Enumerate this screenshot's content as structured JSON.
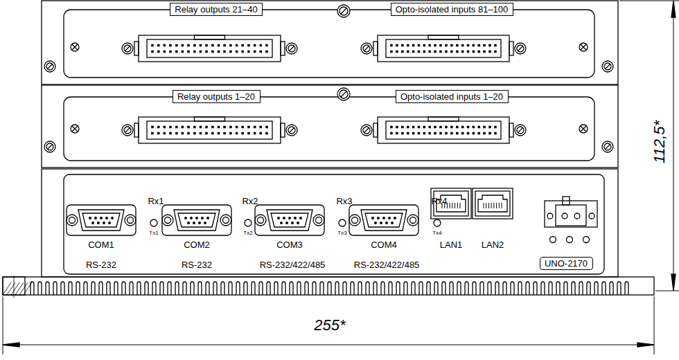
{
  "diagram": {
    "nodes": [
      {
        "text": [
          "Relay outputs 21–40"
        ]
      },
      {
        "text": [
          "Opto-isolated inputs 81–100"
        ]
      },
      {
        "text": [
          "Relay outputs 1–20"
        ]
      },
      {
        "text": [
          "Opto-isolated inputs 1–20"
        ]
      },
      {
        "text": [
          "UNO-2170"
        ]
      }
    ],
    "labels": [
      "Rx1",
      "Rx2",
      "Rx3",
      "Rx4",
      "Tx1",
      "Tx2",
      "Tx3",
      "Tx4",
      "COM1",
      "COM2",
      "COM3",
      "COM4",
      "LAN1",
      "LAN2",
      "RS-232",
      "RS-232",
      "RS-232/422/485",
      "RS-232/422/485",
      "112,5*",
      "255*"
    ]
  }
}
